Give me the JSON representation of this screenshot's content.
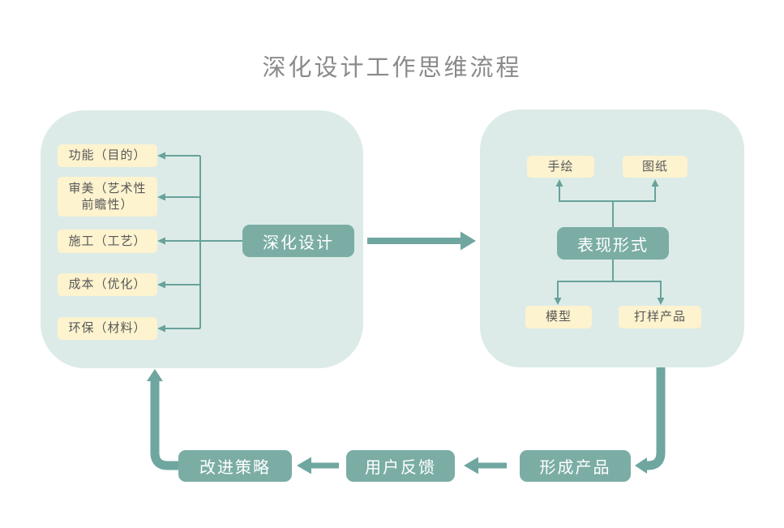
{
  "title": "深化设计工作思维流程",
  "left_panel": {
    "hub_label": "深化设计",
    "factors": [
      {
        "label": "功能（目的）"
      },
      {
        "label": "审美（艺术性\n前瞻性）"
      },
      {
        "label": "施工（工艺）"
      },
      {
        "label": "成本（优化）"
      },
      {
        "label": "环保（材料）"
      }
    ]
  },
  "right_panel": {
    "hub_label": "表现形式",
    "top_nodes": [
      {
        "label": "手绘"
      },
      {
        "label": "图纸"
      }
    ],
    "bottom_nodes": [
      {
        "label": "模型"
      },
      {
        "label": "打样产品"
      }
    ]
  },
  "bottom_flow": [
    {
      "label": "改进策略"
    },
    {
      "label": "用户反馈"
    },
    {
      "label": "形成产品"
    }
  ],
  "colors": {
    "panel_background": "#dcebe8",
    "node_yellow": "#fdf3cf",
    "node_teal": "#7bada5",
    "arrow_teal": "#6fa7a0",
    "thin_line": "#68a29a",
    "title_text": "#8a8a8a",
    "yellow_node_text": "#585858",
    "teal_node_text": "#ffffff"
  }
}
